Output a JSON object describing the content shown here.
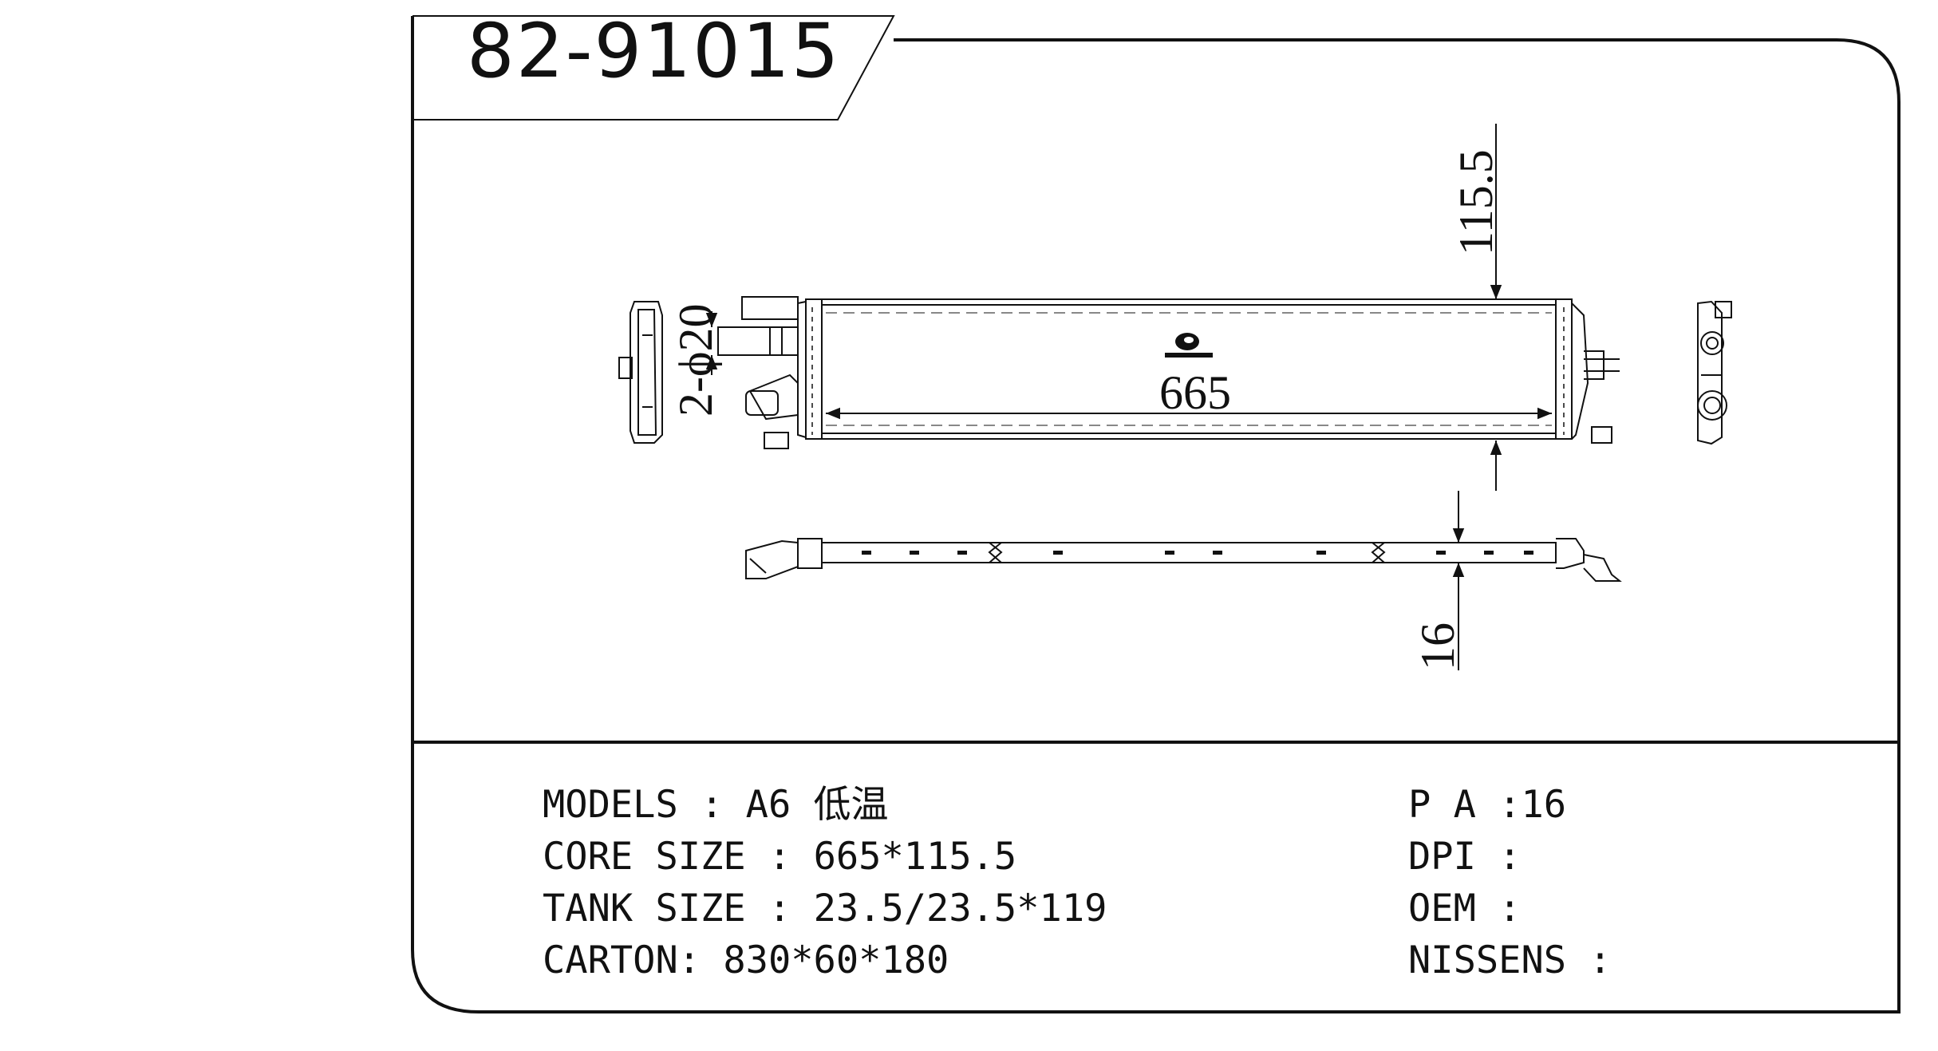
{
  "part_number": "82-91015",
  "specs_left": [
    {
      "label": "MODELS : ",
      "value": "A6 低温"
    },
    {
      "label": "CORE SIZE : ",
      "value": "665*115.5"
    },
    {
      "label": "TANK SIZE : ",
      "value": "23.5/23.5*119"
    },
    {
      "label": "CARTON: ",
      "value": "830*60*180"
    }
  ],
  "specs_right": [
    {
      "label": "P A :",
      "value": "16"
    },
    {
      "label": "DPI :",
      "value": ""
    },
    {
      "label": "OEM :",
      "value": ""
    },
    {
      "label": "NISSENS :",
      "value": ""
    }
  ],
  "dimensions": {
    "width": "665",
    "height": "115.5",
    "pipe": "2-ϕ20",
    "thickness": "16"
  }
}
